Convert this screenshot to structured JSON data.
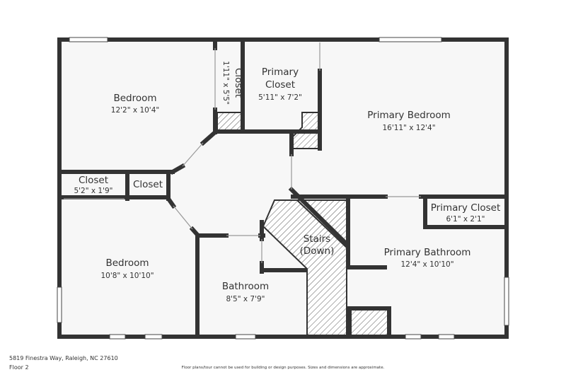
{
  "colors": {
    "wall": "#333333",
    "floor": "#f7f7f7",
    "window": "#ffffff",
    "hatch": "#555555"
  },
  "rooms": {
    "bedroom_top_left": {
      "name": "Bedroom",
      "dims": "12'2\" x 10'4\""
    },
    "closet_vertical": {
      "name": "Closet",
      "dims": "1'11\" x 5'5\""
    },
    "primary_closet_top": {
      "name_line1": "Primary",
      "name_line2": "Closet",
      "dims": "5'11\" x 7'2\""
    },
    "primary_bedroom": {
      "name": "Primary Bedroom",
      "dims": "16'11\" x 12'4\""
    },
    "closet_small_left": {
      "name": "Closet",
      "dims": "5'2\" x 1'9\""
    },
    "closet_hall": {
      "name": "Closet"
    },
    "primary_closet_right": {
      "name": "Primary Closet",
      "dims": "6'1\" x 2'1\""
    },
    "stairs": {
      "name_line1": "Stairs",
      "name_line2": "(Down)"
    },
    "primary_bathroom": {
      "name": "Primary Bathroom",
      "dims": "12'4\" x 10'10\""
    },
    "bedroom_bottom_left": {
      "name": "Bedroom",
      "dims": "10'8\" x 10'10\""
    },
    "bathroom": {
      "name": "Bathroom",
      "dims": "8'5\" x 7'9\""
    }
  },
  "footer": {
    "address": "5819 Finestra Way, Raleigh, NC 27610",
    "floor_label": "Floor 2",
    "disclaimer": "Floor plans/tour cannot be used for building or design purposes. Sizes and dimensions are approximate."
  }
}
